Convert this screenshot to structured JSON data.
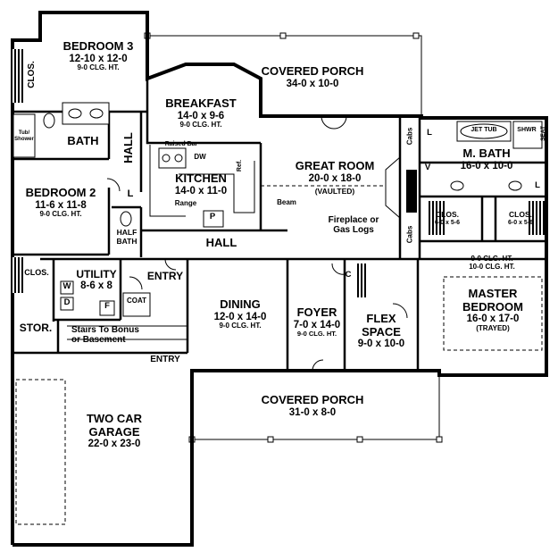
{
  "plan": {
    "rooms": {
      "bedroom3": {
        "name": "BEDROOM 3",
        "dims": "12-10 x 12-0",
        "clg": "9-0 CLG. HT."
      },
      "covered_porch_rear": {
        "name": "COVERED PORCH",
        "dims": "34-0 x 10-0"
      },
      "breakfast": {
        "name": "BREAKFAST",
        "dims": "14-0 x 9-6",
        "clg": "9-0 CLG. HT."
      },
      "kitchen": {
        "name": "KITCHEN",
        "dims": "14-0 x 11-0"
      },
      "great_room": {
        "name": "GREAT ROOM",
        "dims": "20-0 x 18-0",
        "note": "(VAULTED)"
      },
      "m_bath": {
        "name": "M. BATH",
        "dims": "16-0 x 10-0"
      },
      "bath": {
        "name": "BATH"
      },
      "bedroom2": {
        "name": "BEDROOM 2",
        "dims": "11-6 x 11-8",
        "clg": "9-0 CLG. HT."
      },
      "half_bath": {
        "line1": "HALF",
        "line2": "BATH"
      },
      "utility": {
        "name": "UTILITY",
        "dims": "8-6 x 8"
      },
      "dining": {
        "name": "DINING",
        "dims": "12-0 x 14-0",
        "clg": "9-0 CLG. HT."
      },
      "foyer": {
        "name": "FOYER",
        "dims": "7-0 x 14-0",
        "clg": "9-0 CLG. HT."
      },
      "flex": {
        "line1": "FLEX",
        "line2": "SPACE",
        "dims": "9-0 x 10-0"
      },
      "master": {
        "clg1": "9-0 CLG. HT.",
        "clg2": "10-0 CLG. HT.",
        "line1": "MASTER",
        "line2": "BEDROOM",
        "dims": "16-0 x 17-0",
        "note": "(TRAYED)"
      },
      "covered_porch_front": {
        "name": "COVERED PORCH",
        "dims": "31-0 x 8-0"
      },
      "garage": {
        "line1": "TWO CAR",
        "line2": "GARAGE",
        "dims": "22-0 x 23-0"
      },
      "stor": {
        "name": "STOR."
      }
    },
    "labels": {
      "hall_vertical": "HALL",
      "hall_main": "HALL",
      "entry_top": "ENTRY",
      "entry_bottom": "ENTRY",
      "clos_bed3": "CLOS.",
      "clos_bed2": "CLOS.",
      "clos_m1_a": "CLOS.",
      "clos_m1_b": "6-0 x 5-6",
      "clos_m2_a": "CLOS.",
      "clos_m2_b": "6-0 x 5-6",
      "linen_hall": "L",
      "linen_mbath_v": "V",
      "linen_mbath_l": "L",
      "linen_mbath_l2": "L",
      "raised_bar": "Raised Bar",
      "dw": "DW",
      "ref": "Ref.",
      "range": "Range",
      "pantry": "P",
      "beam": "Beam",
      "fireplace_1": "Fireplace or",
      "fireplace_2": "Gas Logs",
      "cabs_top": "Cabs",
      "cabs_bottom": "Cabs",
      "jet_tub": "JET TUB",
      "shwr": "SHWR",
      "seat": "SEAT",
      "tub_shower_1": "Tub/",
      "tub_shower_2": "Shower",
      "coat": "COAT",
      "stairs_1": "Stairs To Bonus",
      "stairs_2": "or Basement",
      "washer": "W",
      "dryer": "D",
      "freezer": "F",
      "coat_closet_c": "C"
    }
  }
}
